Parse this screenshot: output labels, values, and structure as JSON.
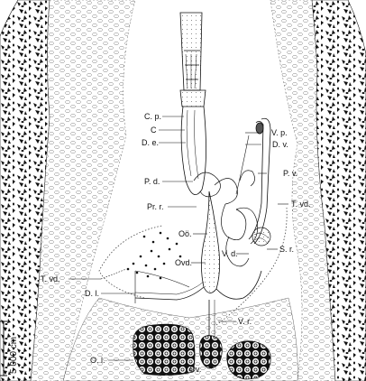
{
  "figure": {
    "labels": {
      "cp": "C. p.",
      "c": "C",
      "de": "D. e.",
      "pd": "P. d.",
      "prr": "Pr. r.",
      "oo": "Oö.",
      "ovd": "Ovd.",
      "dl": "D. l.",
      "tvd_left": "T. vd.",
      "vp": "V. p.",
      "dv": "D. v.",
      "pv": "P. v.",
      "tvd_right": "T. vd.",
      "vd": "V. d.",
      "sr": "S. r.",
      "vr": "V. r.",
      "ol": "O. l.",
      "ov": "Ov."
    },
    "scale_bar": "5 000 cm",
    "colors": {
      "ink": "#111111",
      "paper": "#ffffff"
    }
  }
}
